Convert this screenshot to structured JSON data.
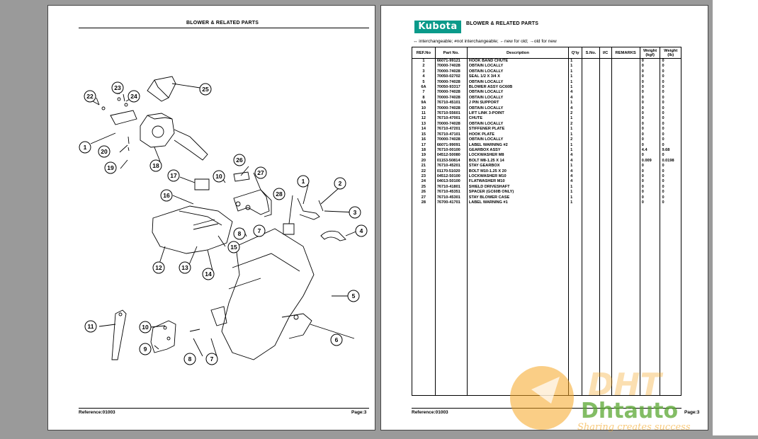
{
  "left_page": {
    "header": "BLOWER & RELATED PARTS",
    "footer_left": "Reference:01003",
    "footer_right": "Page:3",
    "callouts": [
      "1",
      "2",
      "3",
      "4",
      "5",
      "6",
      "7",
      "8",
      "9",
      "10",
      "11",
      "12",
      "13",
      "14",
      "15",
      "16",
      "17",
      "18",
      "19",
      "20",
      "22",
      "23",
      "24",
      "25",
      "26",
      "27",
      "28"
    ]
  },
  "right_page": {
    "logo_text": "Kubota",
    "header": "BLOWER & RELATED PARTS",
    "legend": "↔ interchangeable;   ≠not interchangeable;   ←new for old;   →old for new",
    "columns": [
      "REF.No",
      "Part No.",
      "Description",
      "Q'ty",
      "S.No.",
      "I/C",
      "REMARKS",
      "Weight (kgf)",
      "Weight (lb)"
    ],
    "rows": [
      {
        "ref": "1",
        "part": "66071-99121",
        "desc": "HOOK BAND  CHUTE",
        "qty": "1",
        "kg": "0",
        "lb": "0"
      },
      {
        "ref": "2",
        "part": "70000-74028",
        "desc": "OBTAIN LOCALLY",
        "qty": "1",
        "kg": "0",
        "lb": "0"
      },
      {
        "ref": "3",
        "part": "70000-74028",
        "desc": "OBTAIN LOCALLY",
        "qty": "1",
        "kg": "0",
        "lb": "0"
      },
      {
        "ref": "4",
        "part": "70050-02702",
        "desc": "SEAL  1/2  X 3/4  X",
        "qty": "1",
        "kg": "0",
        "lb": "0"
      },
      {
        "ref": "5",
        "part": "70000-74028",
        "desc": "OBTAIN LOCALLY",
        "qty": "1",
        "kg": "0",
        "lb": "0"
      },
      {
        "ref": "6A",
        "part": "70050-93317",
        "desc": "BLOWER ASSY  GC60B",
        "qty": "1",
        "kg": "0",
        "lb": "0"
      },
      {
        "ref": "7",
        "part": "70000-74028",
        "desc": "OBTAIN LOCALLY",
        "qty": "4",
        "kg": "0",
        "lb": "0"
      },
      {
        "ref": "8",
        "part": "70000-74028",
        "desc": "OBTAIN LOCALLY",
        "qty": "4",
        "kg": "0",
        "lb": "0"
      },
      {
        "ref": "9A",
        "part": "76710-45101",
        "desc": "J PIN SUPPORT",
        "qty": "1",
        "kg": "0",
        "lb": "0"
      },
      {
        "ref": "10",
        "part": "70000-74028",
        "desc": "OBTAIN LOCALLY",
        "qty": "4",
        "kg": "0",
        "lb": "0"
      },
      {
        "ref": "11",
        "part": "76710-55601",
        "desc": "LIFT LINK  3-POINT",
        "qty": "2",
        "kg": "0",
        "lb": "0"
      },
      {
        "ref": "12",
        "part": "76710-47001",
        "desc": "CHUTE",
        "qty": "1",
        "kg": "0",
        "lb": "0"
      },
      {
        "ref": "13",
        "part": "70000-74028",
        "desc": "OBTAIN LOCALLY",
        "qty": "2",
        "kg": "0",
        "lb": "0"
      },
      {
        "ref": "14",
        "part": "76710-47201",
        "desc": "STIFFENER PLATE",
        "qty": "1",
        "kg": "0",
        "lb": "0"
      },
      {
        "ref": "15",
        "part": "76710-47101",
        "desc": "HOOK PLATE",
        "qty": "1",
        "kg": "0",
        "lb": "0"
      },
      {
        "ref": "16",
        "part": "70000-74028",
        "desc": "OBTAIN LOCALLY",
        "qty": "2",
        "kg": "0",
        "lb": "0"
      },
      {
        "ref": "17",
        "part": "66071-99091",
        "desc": "LABEL  WARNING #2",
        "qty": "1",
        "kg": "0",
        "lb": "0"
      },
      {
        "ref": "18",
        "part": "76710-00100",
        "desc": "GEARBOX ASSY",
        "qty": "1",
        "kg": "4.4",
        "lb": "9.68"
      },
      {
        "ref": "19",
        "part": "04512-50080",
        "desc": "LOCKWASHER  M8",
        "qty": "4",
        "kg": "0",
        "lb": "0"
      },
      {
        "ref": "20",
        "part": "01153-50814",
        "desc": "BOLT  M8-1.25 X 14",
        "qty": "4",
        "kg": "0.009",
        "lb": "0.0198"
      },
      {
        "ref": "21",
        "part": "76710-45201",
        "desc": "STAY  GEARBOX",
        "qty": "1",
        "kg": "0",
        "lb": "0"
      },
      {
        "ref": "22",
        "part": "01170-51020",
        "desc": "BOLT  M10-1.25 X 20",
        "qty": "4",
        "kg": "0",
        "lb": "0"
      },
      {
        "ref": "23",
        "part": "04512-50100",
        "desc": "LOCKWASHER  M10",
        "qty": "4",
        "kg": "0",
        "lb": "0"
      },
      {
        "ref": "24",
        "part": "04013-50100",
        "desc": "FLATWASHER  M10",
        "qty": "4",
        "kg": "0",
        "lb": "0"
      },
      {
        "ref": "25",
        "part": "76710-41801",
        "desc": "SHIELD  DRIVESHAFT",
        "qty": "1",
        "kg": "0",
        "lb": "0"
      },
      {
        "ref": "26",
        "part": "76710-45351",
        "desc": "SPACER (GC60B ONLY)",
        "qty": "1",
        "kg": "0",
        "lb": "0"
      },
      {
        "ref": "27",
        "part": "76710-45301",
        "desc": "STAY  BLOWER CASE",
        "qty": "1",
        "kg": "0",
        "lb": "0"
      },
      {
        "ref": "28",
        "part": "76700-41701",
        "desc": "LABEL  WARNING #1",
        "qty": "1",
        "kg": "0",
        "lb": "0"
      }
    ],
    "footer_left": "Reference:01003",
    "footer_right": "Page:3"
  },
  "watermark": {
    "line1": "DHT",
    "line2": "Dhtauto",
    "tagline": "Sharing creates success",
    "colors": {
      "orange": "#f5a623",
      "green": "#5aa832"
    }
  }
}
